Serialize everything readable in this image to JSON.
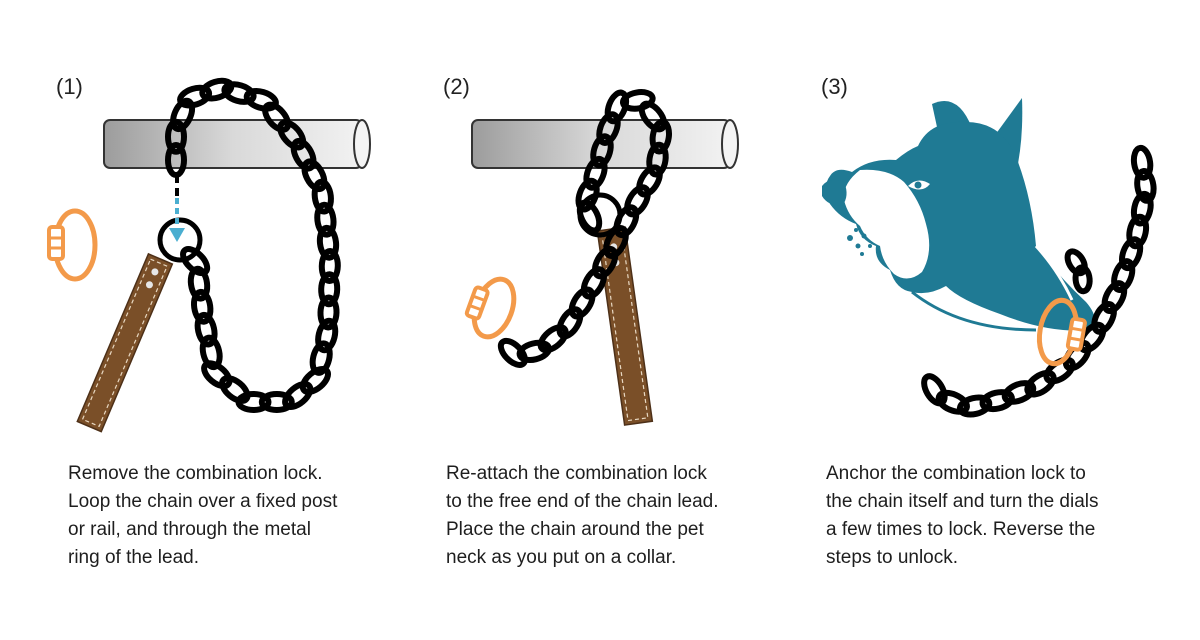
{
  "colors": {
    "chain": "#000000",
    "lock": "#f39a4a",
    "leash": "#7a4f28",
    "arrow": "#4aaed0",
    "dog": "#1f7a94",
    "post": "#b8b8b8"
  },
  "steps": [
    {
      "number": "(1)",
      "caption": [
        "Remove the combination lock.",
        "Loop the chain over a fixed post",
        "or rail, and through the metal",
        "ring of the lead."
      ]
    },
    {
      "number": "(2)",
      "caption": [
        "Re-attach the combination lock",
        "to the free end of the chain lead.",
        "Place the chain around the pet",
        "neck as you put on a collar."
      ]
    },
    {
      "number": "(3)",
      "caption": [
        "Anchor the combination lock to",
        "the chain itself and turn the dials",
        "a few times to lock. Reverse the",
        "steps to unlock."
      ]
    }
  ],
  "icons": [
    "post-icon",
    "chain-icon",
    "leash-icon",
    "combination-lock-icon",
    "arrow-down-icon",
    "dog-head-icon"
  ]
}
